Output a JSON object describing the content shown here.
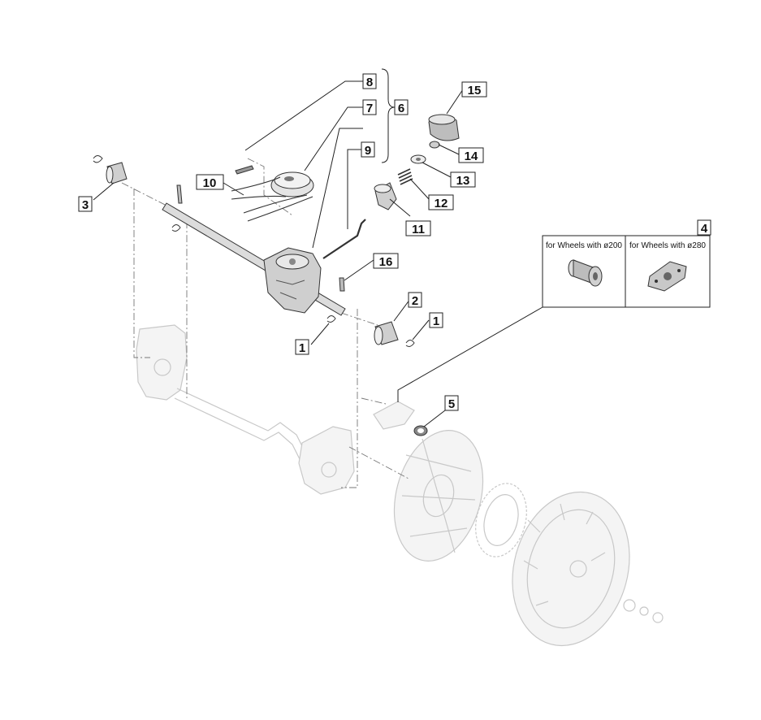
{
  "diagram": {
    "callouts": [
      {
        "id": "c8",
        "label": "8"
      },
      {
        "id": "c7",
        "label": "7"
      },
      {
        "id": "c6",
        "label": "6"
      },
      {
        "id": "c9",
        "label": "9"
      },
      {
        "id": "c15",
        "label": "15"
      },
      {
        "id": "c14",
        "label": "14"
      },
      {
        "id": "c13",
        "label": "13"
      },
      {
        "id": "c12",
        "label": "12"
      },
      {
        "id": "c11",
        "label": "11"
      },
      {
        "id": "c10",
        "label": "10"
      },
      {
        "id": "c3",
        "label": "3"
      },
      {
        "id": "c16",
        "label": "16"
      },
      {
        "id": "c2",
        "label": "2"
      },
      {
        "id": "c1a",
        "label": "1"
      },
      {
        "id": "c1b",
        "label": "1"
      },
      {
        "id": "c4",
        "label": "4"
      },
      {
        "id": "c5",
        "label": "5"
      }
    ],
    "inset": {
      "left_caption": "for Wheels with ø200",
      "right_caption": "for Wheels with ø280"
    },
    "colors": {
      "line": "#222222",
      "part_fill": "#d9d9d9",
      "part_dark": "#8a8a8a",
      "ghost": "#c8c8c8"
    }
  }
}
